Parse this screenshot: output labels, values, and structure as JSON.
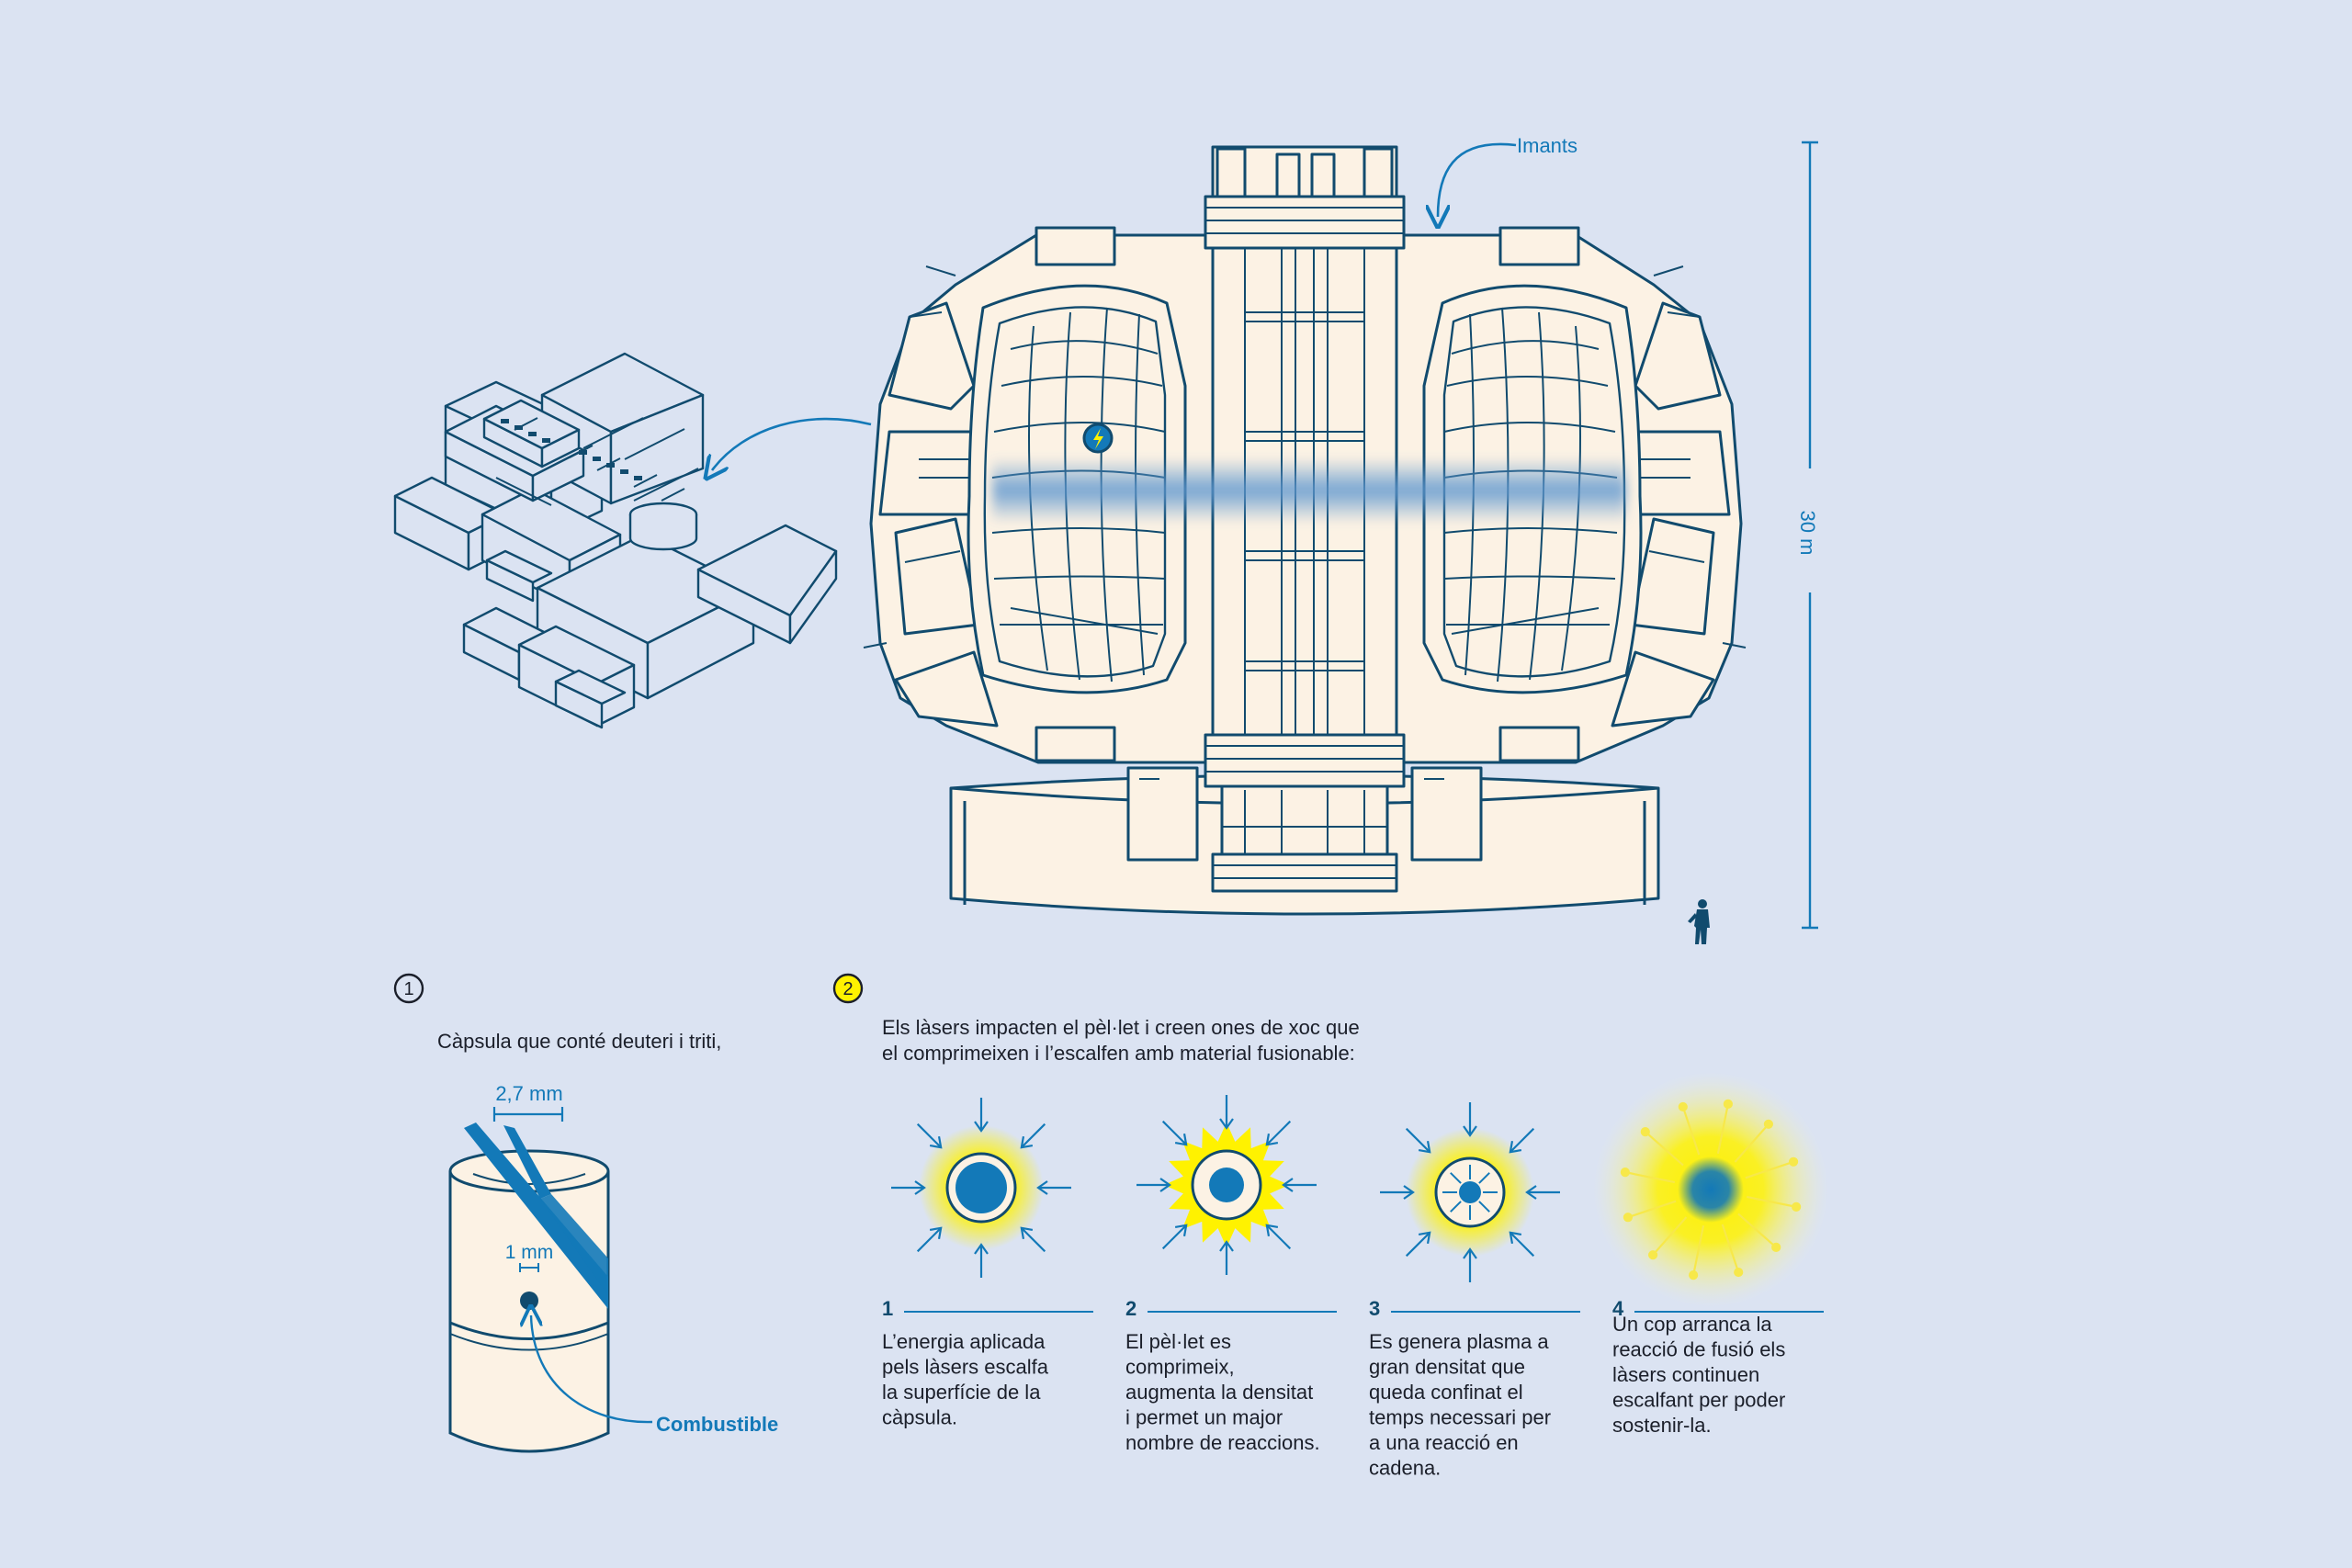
{
  "colors": {
    "background": "#dbe3f2",
    "line": "#114b6e",
    "accent": "#1379b8",
    "cream": "#fcf2e4",
    "yellow": "#fff200"
  },
  "reactor": {
    "magnets_label": "Imants",
    "height_label": "30 m"
  },
  "section1": {
    "badge": "1",
    "caption": "Càpsula que conté deuteri i triti,",
    "width_label": "2,7 mm",
    "inner_label": "1 mm",
    "fuel_label": "Combustible"
  },
  "section2": {
    "badge": "2",
    "intro_line1": "Els làsers impacten el pèl·let i creen ones de xoc que",
    "intro_line2": "el comprimeixen i l’escalfen amb material fusionable:",
    "steps": [
      {
        "num": "1",
        "lines": [
          "L’energia aplicada",
          "pels làsers escalfa",
          "la superfície de la",
          "càpsula."
        ]
      },
      {
        "num": "2",
        "lines": [
          "El pèl·let es",
          "comprimeix,",
          "augmenta la densitat",
          "i permet un major",
          "nombre de reaccions."
        ]
      },
      {
        "num": "3",
        "lines": [
          "Es genera plasma a",
          "gran densitat que",
          "queda confinat el",
          "temps necessari per",
          "a una reacció en",
          "cadena."
        ]
      },
      {
        "num": "4",
        "lines": [
          "Un cop arranca la",
          "reacció de fusió els",
          "làsers continuen",
          "escalfant per poder",
          "sostenir-la."
        ]
      }
    ]
  }
}
